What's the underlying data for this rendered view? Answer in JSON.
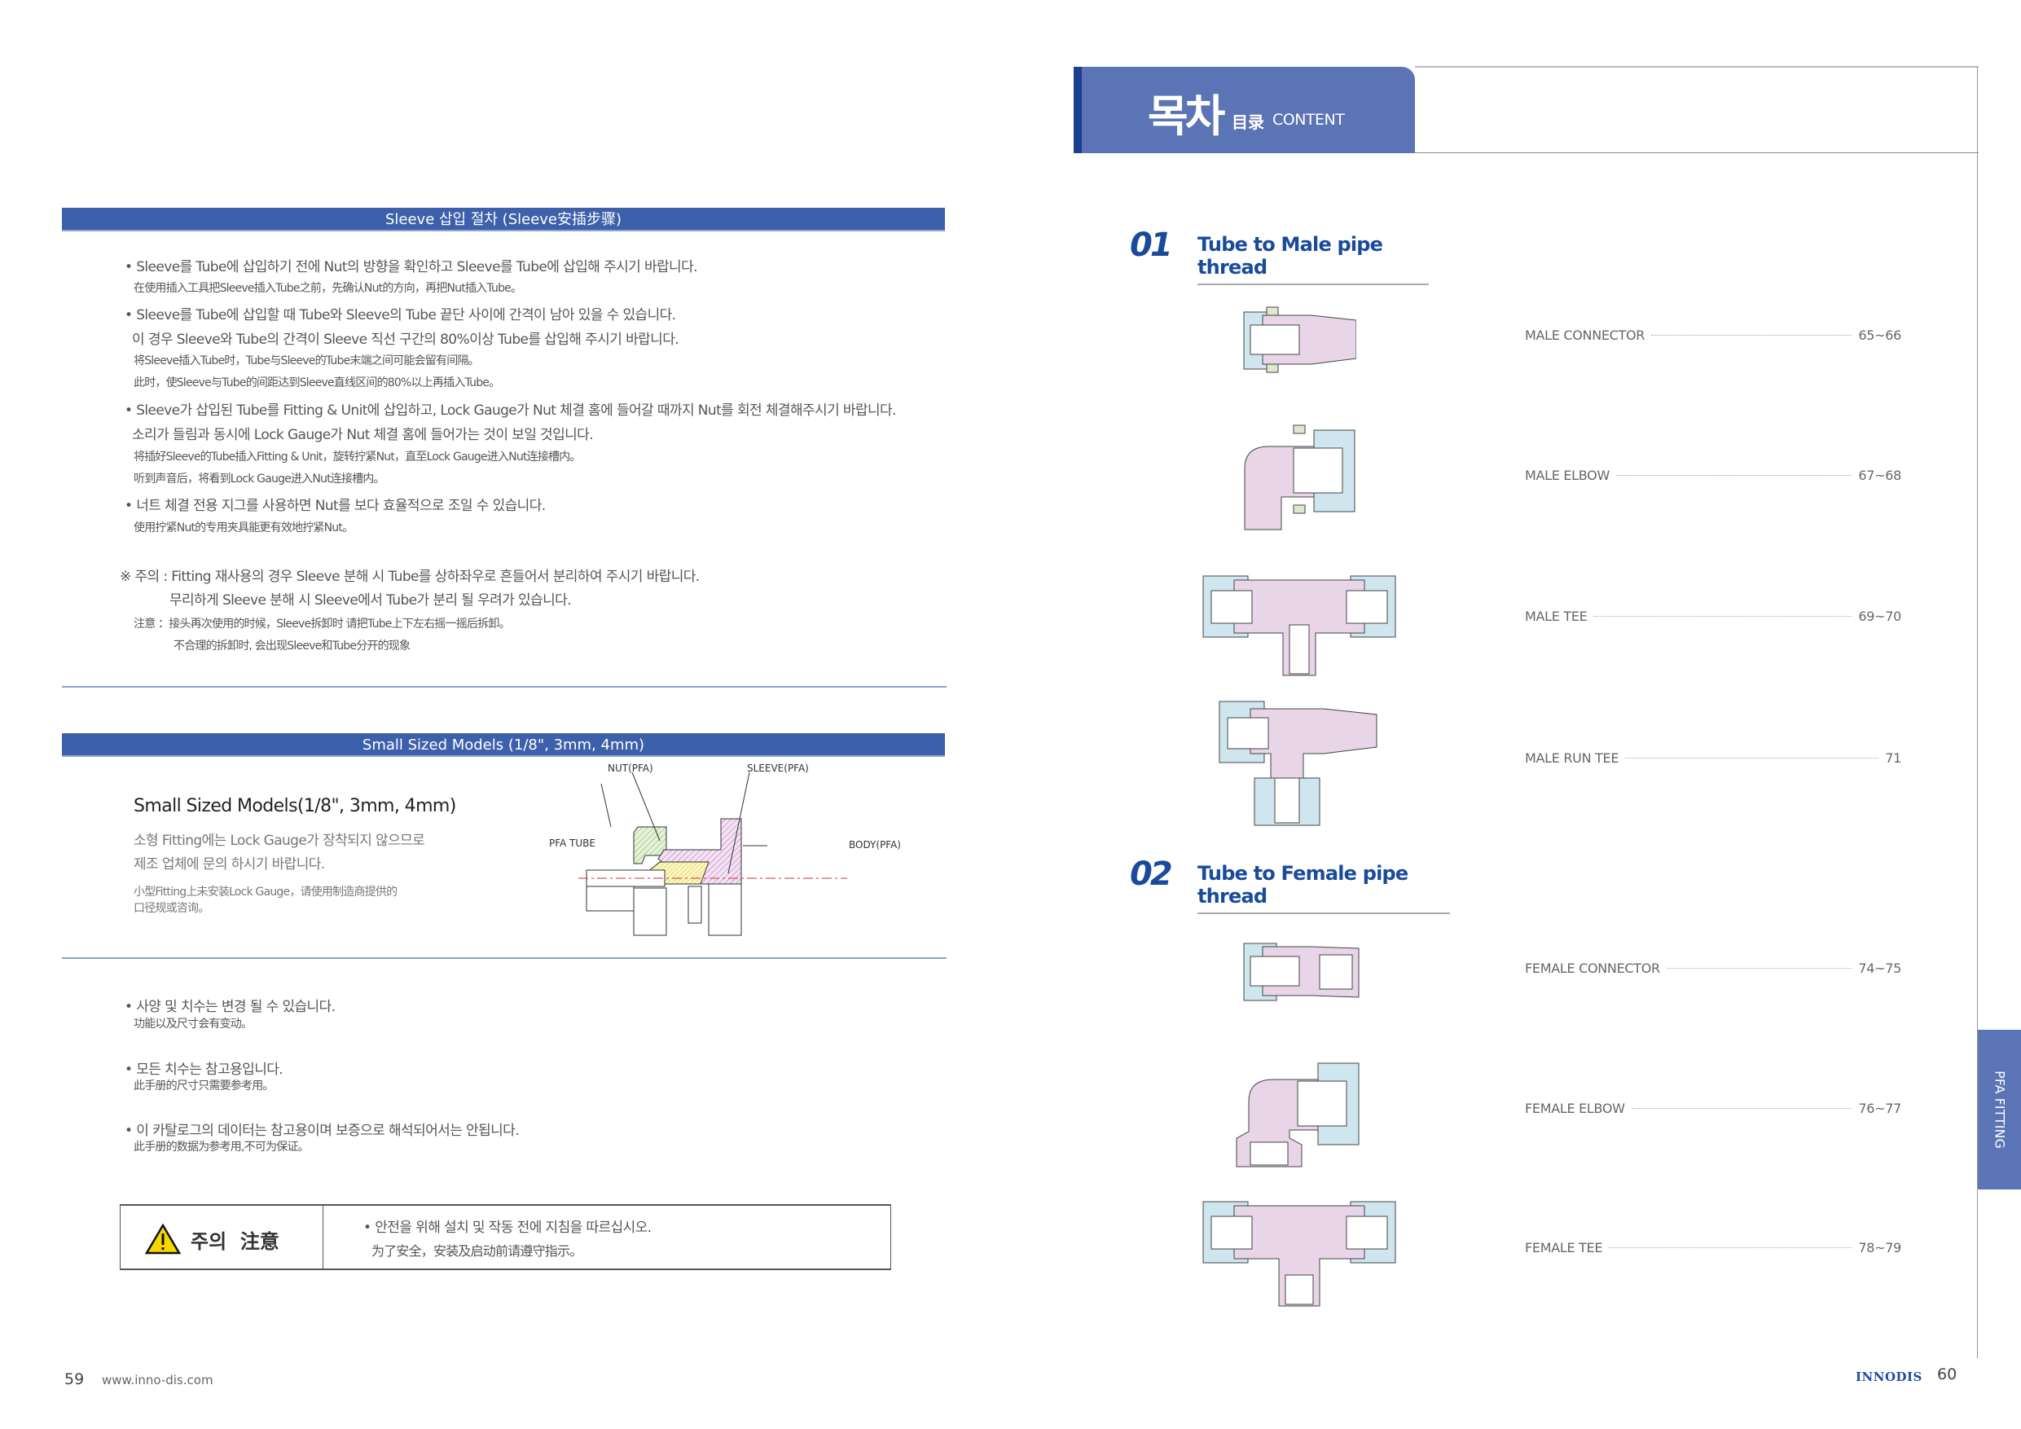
{
  "left": {
    "section1_title": "Sleeve 삽입 절차 (Sleeve安插步骤)",
    "steps": [
      {
        "ko": [
          "• Sleeve를 Tube에 삽입하기 전에 Nut의 방향을 확인하고 Sleeve를 Tube에 삽입해 주시기 바랍니다."
        ],
        "zh": [
          "在使用插入工具把Sleeve插入Tube之前，先确认Nut的方向，再把Nut插入Tube。"
        ]
      },
      {
        "ko": [
          "• Sleeve를 Tube에 삽입할 때 Tube와 Sleeve의 Tube 끝단 사이에 간격이 남아 있을 수 있습니다.",
          "이 경우 Sleeve와 Tube의 간격이 Sleeve 직선 구간의 80%이상 Tube를 삽입해 주시기 바랍니다."
        ],
        "zh": [
          "将Sleeve插入Tube时，Tube与Sleeve的Tube末端之间可能会留有间隔。",
          "此时，使Sleeve与Tube的间距达到Sleeve直线区间的80%以上再插入Tube。"
        ]
      },
      {
        "ko": [
          "• Sleeve가 삽입된 Tube를 Fitting & Unit에 삽입하고, Lock Gauge가 Nut 체결 홈에 들어갈 때까지 Nut를 회전 체결해주시기 바랍니다.",
          "소리가 들림과 동시에 Lock Gauge가 Nut 체결 홈에 들어가는 것이 보일 것입니다."
        ],
        "zh": [
          "将插好Sleeve的Tube插入Fitting & Unit，旋转拧紧Nut，直至Lock Gauge进入Nut连接槽内。",
          "听到声音后，将看到Lock Gauge进入Nut连接槽内。"
        ]
      },
      {
        "ko": [
          "• 너트 체결 전용 지그를 사용하면 Nut를 보다 효율적으로 조일 수 있습니다."
        ],
        "zh": [
          "使用拧紧Nut的专用夹具能更有效地拧紧Nut。"
        ]
      }
    ],
    "note_ko": [
      "※ 주의 : Fitting 재사용의 경우 Sleeve 분해 시 Tube를 상하좌우로 흔들어서 분리하여 주시기 바랍니다.",
      "무리하게 Sleeve 분해 시 Sleeve에서 Tube가 분리 될 우려가 있습니다."
    ],
    "note_zh": [
      "注意 ：接头再次使用的时候，Sleeve拆卸时 请把Tube上下左右摇一摇后拆卸。",
      "不合理的拆卸时, 会出现Sleeve和Tube分开的现象"
    ],
    "section2_title": "Small Sized Models (1/8\", 3mm, 4mm)",
    "small_title": "Small Sized Models(1/8\", 3mm, 4mm)",
    "small_ko": [
      "소형 Fitting에는 Lock Gauge가 장착되지 않으므로",
      "제조 업체에 문의 하시기 바랍니다."
    ],
    "small_zh": [
      "小型Fitting上未安装Lock Gauge，请使用制造商提供的",
      "口径规或咨询。"
    ],
    "diagram_labels": {
      "nut": "NUT(PFA)",
      "sleeve": "SLEEVE(PFA)",
      "tube": "PFA TUBE",
      "body": "BODY(PFA)"
    },
    "notices": [
      {
        "ko": "• 사양 및 치수는 변경 될 수 있습니다.",
        "zh": "功能以及尺寸会有变动。"
      },
      {
        "ko": "• 모든 치수는 참고용입니다.",
        "zh": "此手册的尺寸只需要参考用。"
      },
      {
        "ko": "• 이 카탈로그의 데이터는 참고용이며 보증으로 해석되어서는 안됩니다.",
        "zh": "此手册的数据为参考用,不可为保证。"
      }
    ],
    "caution": {
      "label": "주의  注意",
      "ko": "• 안전을 위해 설치 및 작동 전에 지침을 따르십시오.",
      "zh": "为了安全，安装及启动前请遵守指示。"
    },
    "page_number": "59",
    "website": "www.inno-dis.com"
  },
  "right": {
    "header_ko": "목차",
    "header_zh": "目录",
    "header_en": "CONTENT",
    "sections": [
      {
        "num": "01",
        "title": "Tube to Male pipe thread",
        "items": [
          {
            "name": "MALE CONNECTOR",
            "pages": "65~66"
          },
          {
            "name": "MALE ELBOW",
            "pages": "67~68"
          },
          {
            "name": "MALE TEE",
            "pages": "69~70"
          },
          {
            "name": "MALE RUN TEE",
            "pages": "71"
          }
        ]
      },
      {
        "num": "02",
        "title": "Tube to Female pipe thread",
        "items": [
          {
            "name": "FEMALE CONNECTOR",
            "pages": "74~75"
          },
          {
            "name": "FEMALE ELBOW",
            "pages": "76~77"
          },
          {
            "name": "FEMALE TEE",
            "pages": "78~79"
          }
        ]
      }
    ],
    "side_tab": "PFA FITTING",
    "logo": "INNODIS",
    "page_number": "60"
  },
  "colors": {
    "bar": "#3d60aa",
    "header": "#5b74b5",
    "title_blue": "#1a4b9b",
    "nut": "#cfe6ef",
    "body": "#e8d5e8"
  }
}
